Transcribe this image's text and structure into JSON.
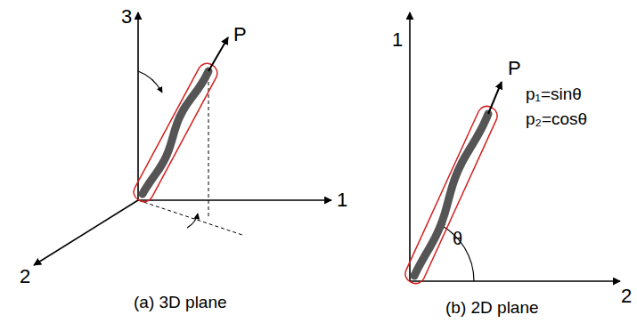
{
  "diagram": {
    "labels": [
      "3",
      "1",
      "2",
      "P",
      "(a) 3D plane",
      "1",
      "2",
      "P",
      "p₁=sinθ",
      "p₂=cosθ",
      "θ",
      "(b) 2D plane"
    ]
  }
}
